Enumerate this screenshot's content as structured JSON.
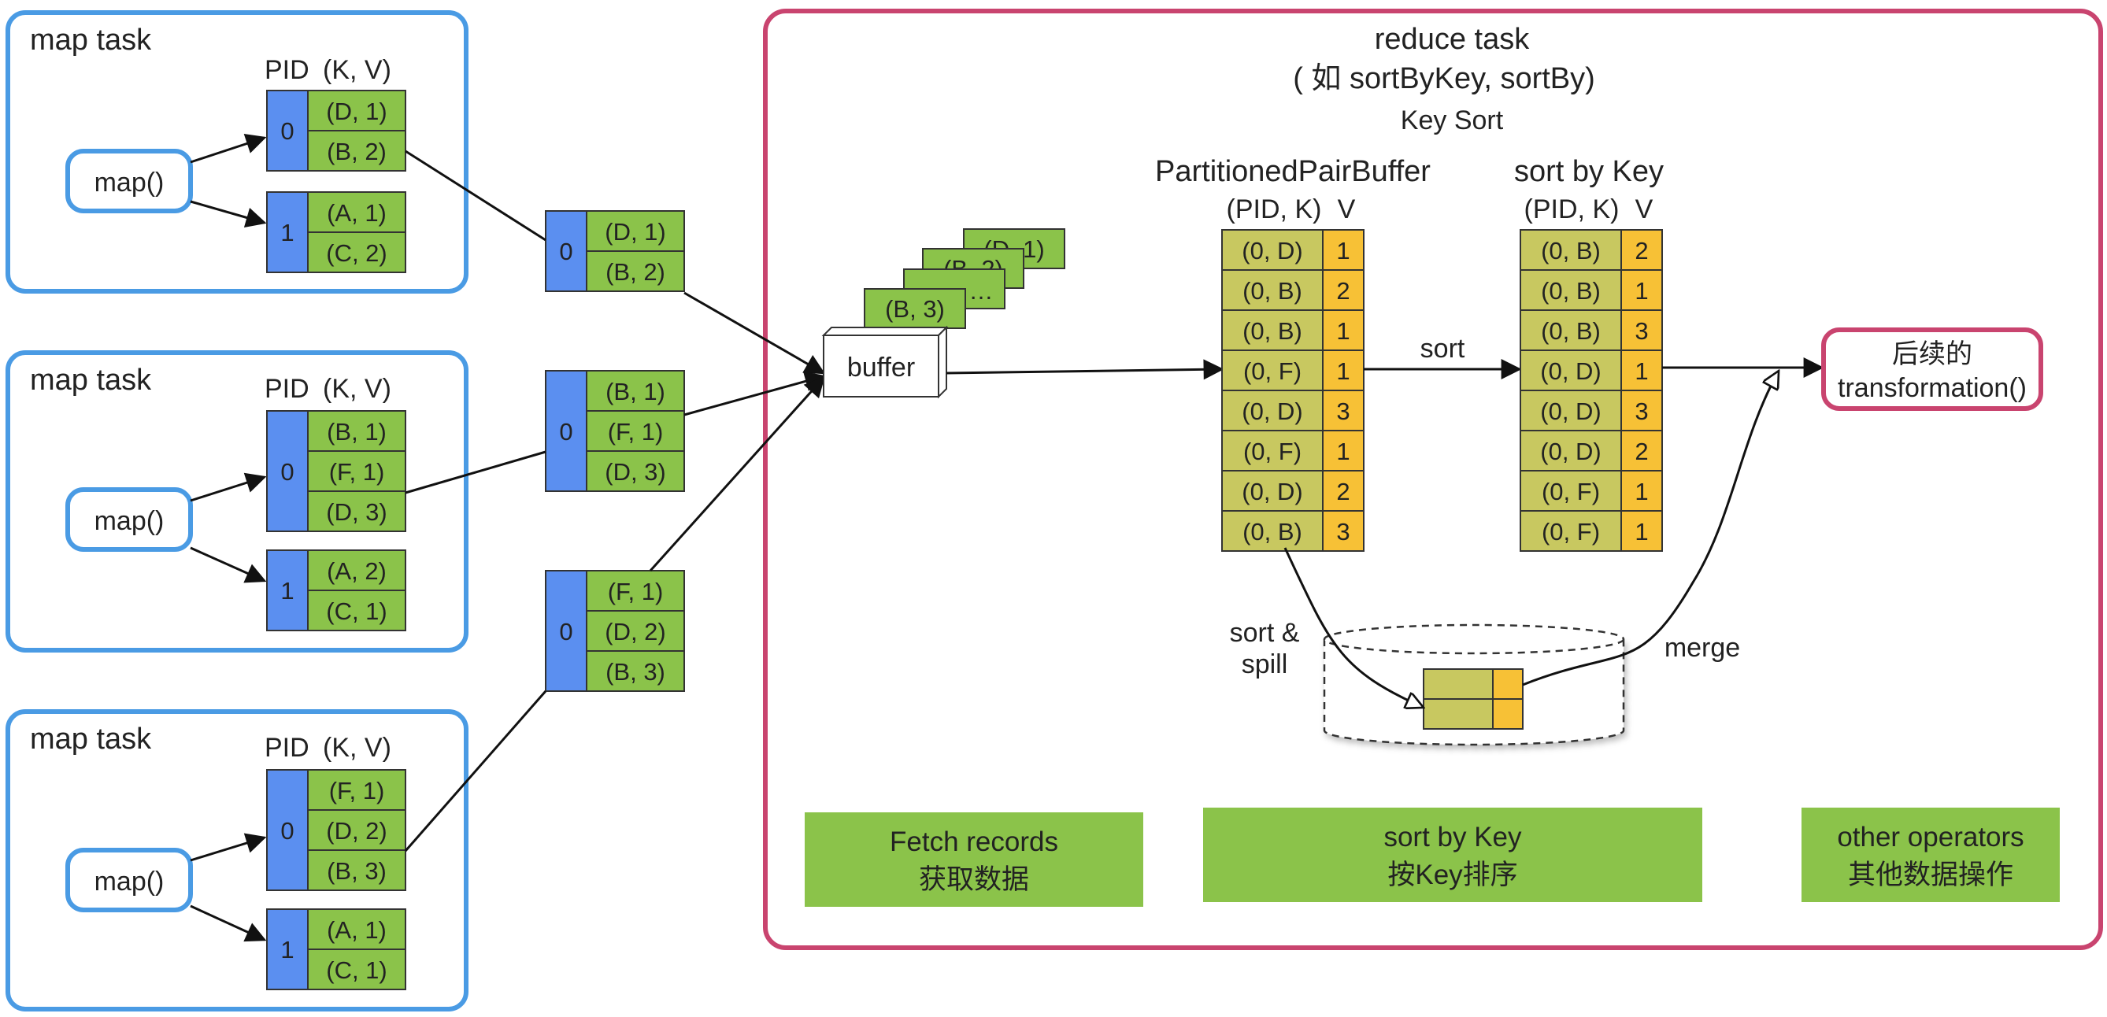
{
  "colors": {
    "map_border": "#4a9be4",
    "reduce_border": "#c9446f",
    "pid_fill": "#5b8ff0",
    "kv_fill": "#8bc34a",
    "buffer_key_fill": "#c8c860",
    "value_fill": "#f7c136",
    "banner_fill": "#8bc34a",
    "cell_border": "#333333"
  },
  "map_tasks": [
    {
      "title": "map task",
      "func": "map()",
      "header_pid": "PID",
      "header_kv": "(K, V)",
      "partitions": [
        {
          "pid": "0",
          "records": [
            "(D, 1)",
            "(B, 2)"
          ]
        },
        {
          "pid": "1",
          "records": [
            "(A, 1)",
            "(C, 2)"
          ]
        }
      ]
    },
    {
      "title": "map task",
      "func": "map()",
      "header_pid": "PID",
      "header_kv": "(K, V)",
      "partitions": [
        {
          "pid": "0",
          "records": [
            "(B, 1)",
            "(F, 1)",
            "(D, 3)"
          ]
        },
        {
          "pid": "1",
          "records": [
            "(A, 2)",
            "(C, 1)"
          ]
        }
      ]
    },
    {
      "title": "map task",
      "func": "map()",
      "header_pid": "PID",
      "header_kv": "(K, V)",
      "partitions": [
        {
          "pid": "0",
          "records": [
            "(F, 1)",
            "(D, 2)",
            "(B, 3)"
          ]
        },
        {
          "pid": "1",
          "records": [
            "(A, 1)",
            "(C, 1)"
          ]
        }
      ]
    }
  ],
  "shuffled_blocks": [
    {
      "pid": "0",
      "records": [
        "(D, 1)",
        "(B, 2)"
      ]
    },
    {
      "pid": "0",
      "records": [
        "(B, 1)",
        "(F, 1)",
        "(D, 3)"
      ]
    },
    {
      "pid": "0",
      "records": [
        "(F, 1)",
        "(D, 2)",
        "(B, 3)"
      ]
    }
  ],
  "reduce": {
    "title_line1": "reduce task",
    "title_line2": "( 如 sortByKey, sortBy)",
    "title_line3": "Key Sort",
    "buffer_label": "buffer",
    "stack_cards": [
      "(B, 3)",
      "…",
      "(B, 2)",
      "(D, 1)"
    ],
    "ppb_title": "PartitionedPairBuffer",
    "ppb_header_key": "(PID, K)",
    "ppb_header_val": "V",
    "ppb_rows": [
      {
        "k": "(0, D)",
        "v": "1"
      },
      {
        "k": "(0, B)",
        "v": "2"
      },
      {
        "k": "(0, B)",
        "v": "1"
      },
      {
        "k": "(0, F)",
        "v": "1"
      },
      {
        "k": "(0, D)",
        "v": "3"
      },
      {
        "k": "(0, F)",
        "v": "1"
      },
      {
        "k": "(0, D)",
        "v": "2"
      },
      {
        "k": "(0, B)",
        "v": "3"
      }
    ],
    "sort_label": "sort",
    "sorted_title": "sort by Key",
    "sorted_header_key": "(PID, K)",
    "sorted_header_val": "V",
    "sorted_rows": [
      {
        "k": "(0, B)",
        "v": "2"
      },
      {
        "k": "(0, B)",
        "v": "1"
      },
      {
        "k": "(0, B)",
        "v": "3"
      },
      {
        "k": "(0, D)",
        "v": "1"
      },
      {
        "k": "(0, D)",
        "v": "3"
      },
      {
        "k": "(0, D)",
        "v": "2"
      },
      {
        "k": "(0, F)",
        "v": "1"
      },
      {
        "k": "(0, F)",
        "v": "1"
      }
    ],
    "spill_label_line1": "sort &",
    "spill_label_line2": "spill",
    "merge_label": "merge",
    "next_line1": "后续的",
    "next_line2": "transformation()"
  },
  "banners": [
    {
      "line1": "Fetch records",
      "line2": "获取数据"
    },
    {
      "line1": "sort by Key",
      "line2": "按Key排序"
    },
    {
      "line1": "other operators",
      "line2": "其他数据操作"
    }
  ]
}
